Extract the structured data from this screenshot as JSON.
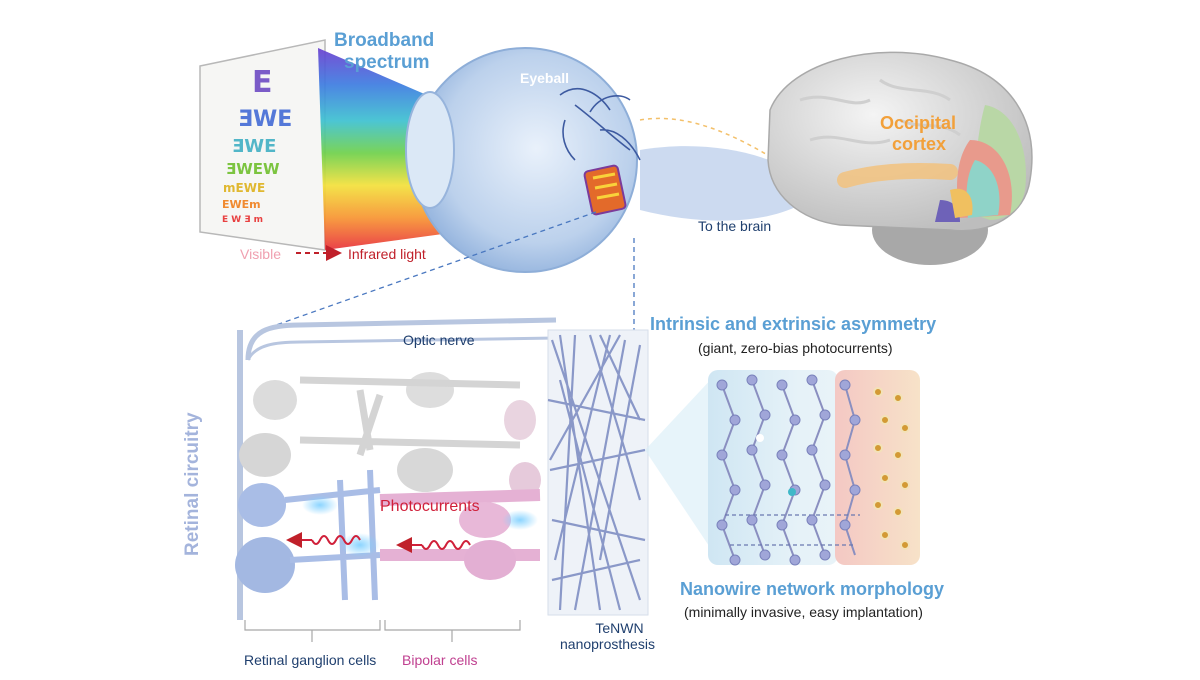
{
  "labels": {
    "broadband_line1": "Broadband",
    "broadband_line2": "spectrum",
    "eyeball": "Eyeball",
    "visible": "Visible",
    "infrared": "Infrared light",
    "to_brain": "To the brain",
    "occipital_line1": "Occipital",
    "occipital_line2": "cortex",
    "optic_nerve": "Optic nerve",
    "retinal_circuitry": "Retinal circuitry",
    "photocurrents": "Photocurrents",
    "intrinsic_title": "Intrinsic and extrinsic asymmetry",
    "intrinsic_sub": "(giant, zero-bias photocurrents)",
    "nanowire_title": "Nanowire network morphology",
    "nanowire_sub": "(minimally invasive, easy implantation)",
    "rgc": "Retinal ganglion cells",
    "bipolar": "Bipolar cells",
    "tenwn_line1": "TeNWN",
    "tenwn_line2": "nanoprosthesis"
  },
  "colors": {
    "heading_blue": "#5a9fd4",
    "dark_text": "#1f3f6e",
    "visible_pink": "#f0a0b0",
    "infrared_red": "#c0202a",
    "cortex_orange": "#f2a03a",
    "photocurrent_red": "#d0203a",
    "bipolar_magenta": "#c04090"
  }
}
